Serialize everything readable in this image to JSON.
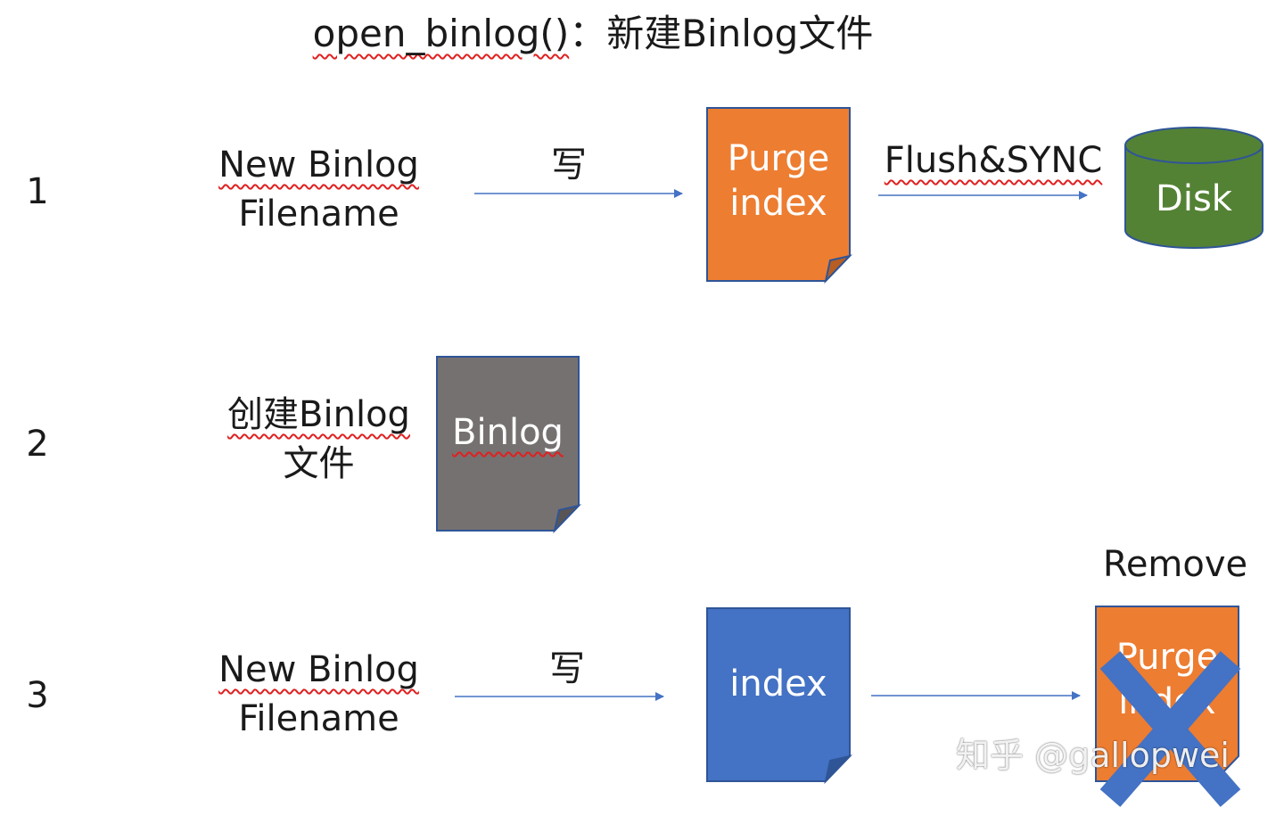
{
  "title": {
    "code": "open_binlog()",
    "rest": "：新建Binlog文件"
  },
  "rows": [
    {
      "number": "1",
      "source_label": {
        "line1": "New Binlog",
        "line2": "Filename"
      },
      "arrow_label": "写",
      "document": {
        "line1": "Purge",
        "line2": "index",
        "color": "#ed7d31"
      },
      "flush_label": "Flush&SYNC",
      "disk": {
        "label": "Disk",
        "color": "#548235"
      }
    },
    {
      "number": "2",
      "source_label": {
        "line1": "创建Binlog",
        "line2": "文件"
      },
      "document": {
        "label": "Binlog",
        "color": "#767171"
      }
    },
    {
      "number": "3",
      "source_label": {
        "line1": "New Binlog",
        "line2": "Filename"
      },
      "arrow_label": "写",
      "document": {
        "label": "index",
        "color": "#4472c4"
      },
      "remove_label": "Remove",
      "removed_document": {
        "line1": "Purge",
        "line2": "index",
        "color": "#ed7d31"
      }
    }
  ],
  "colors": {
    "arrow": "#4472c4",
    "doc_border": "#2f5597",
    "cross": "#4472c4"
  },
  "watermark": "知乎 @gallopwei"
}
